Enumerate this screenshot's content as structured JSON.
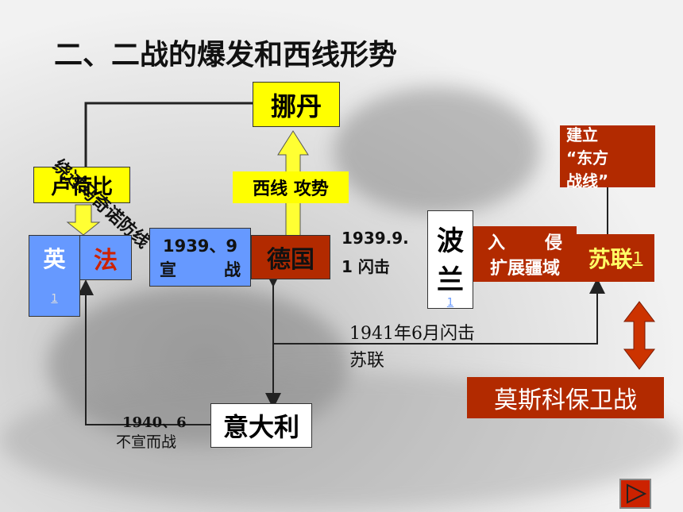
{
  "title": "二、二战的爆发和西线形势",
  "nodes": {
    "nuodan": "挪丹",
    "luhebi": "卢荷比",
    "ying": "英",
    "fa": "法",
    "xuanzhan_left": "1939、9",
    "xuanzhan_right_a": "宣",
    "xuanzhan_right_b": "战",
    "deguo": "德国",
    "bolan_a": "波",
    "bolan_b": "兰",
    "qinlue_a": "入",
    "qinlue_b": "侵",
    "qinlue_c": "扩展疆域",
    "sulian": "苏联",
    "dongfang_a": "建立",
    "dongfang_b": "“东方",
    "dongfang_c": "战线”",
    "yidali": "意大利",
    "moscow": "莫斯科保卫战",
    "xixian": "西线 攻势"
  },
  "labels": {
    "maginot": "绕过马奇诺防线",
    "blitz_poland_a": "1939.9.",
    "blitz_poland_b": "1 闪击",
    "blitz_ussr_a": "1941年6月闪击",
    "blitz_ussr_b": "苏联",
    "italy_date": "1940、6",
    "italy_war": "不宣而战",
    "link_ying": "1",
    "link_bolan": "1",
    "link_sulian": "1"
  },
  "colors": {
    "yellow": "#ffff00",
    "blue": "#6699ff",
    "darkred": "#b22a00",
    "orange_text": "#ffff66"
  }
}
